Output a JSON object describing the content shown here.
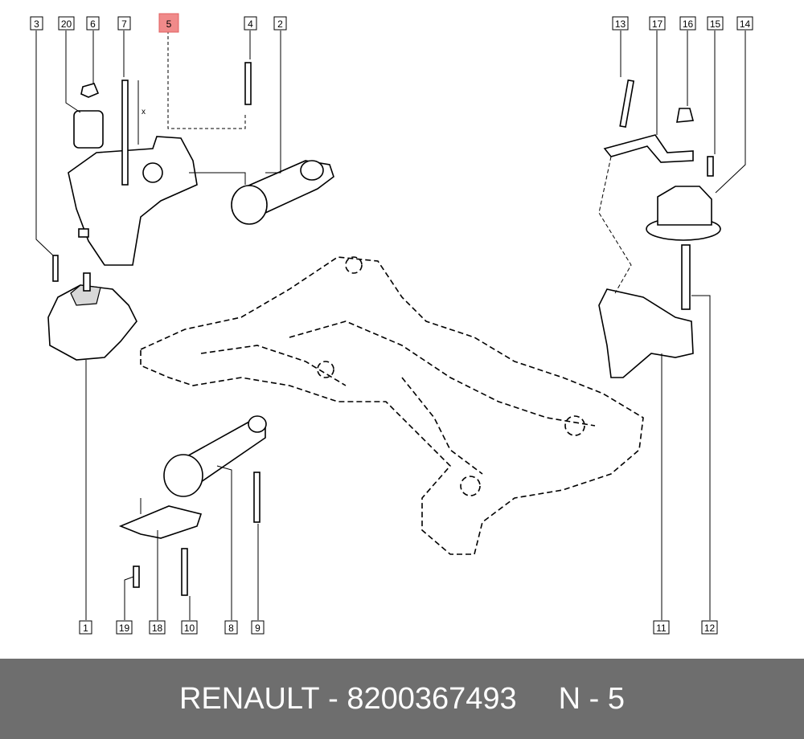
{
  "callouts": {
    "top": [
      "3",
      "20",
      "6",
      "7",
      "5",
      "4",
      "2",
      "13",
      "17",
      "16",
      "15",
      "14"
    ],
    "bottom": [
      "1",
      "19",
      "18",
      "10",
      "8",
      "9",
      "11",
      "12"
    ]
  },
  "highlighted_callout": "5",
  "highlight_color": "#f08a8a",
  "dimension_mark": "x",
  "footer": {
    "brand": "RENAULT",
    "separator": " - ",
    "part_number": "8200367493",
    "position_label": "N - 5"
  }
}
